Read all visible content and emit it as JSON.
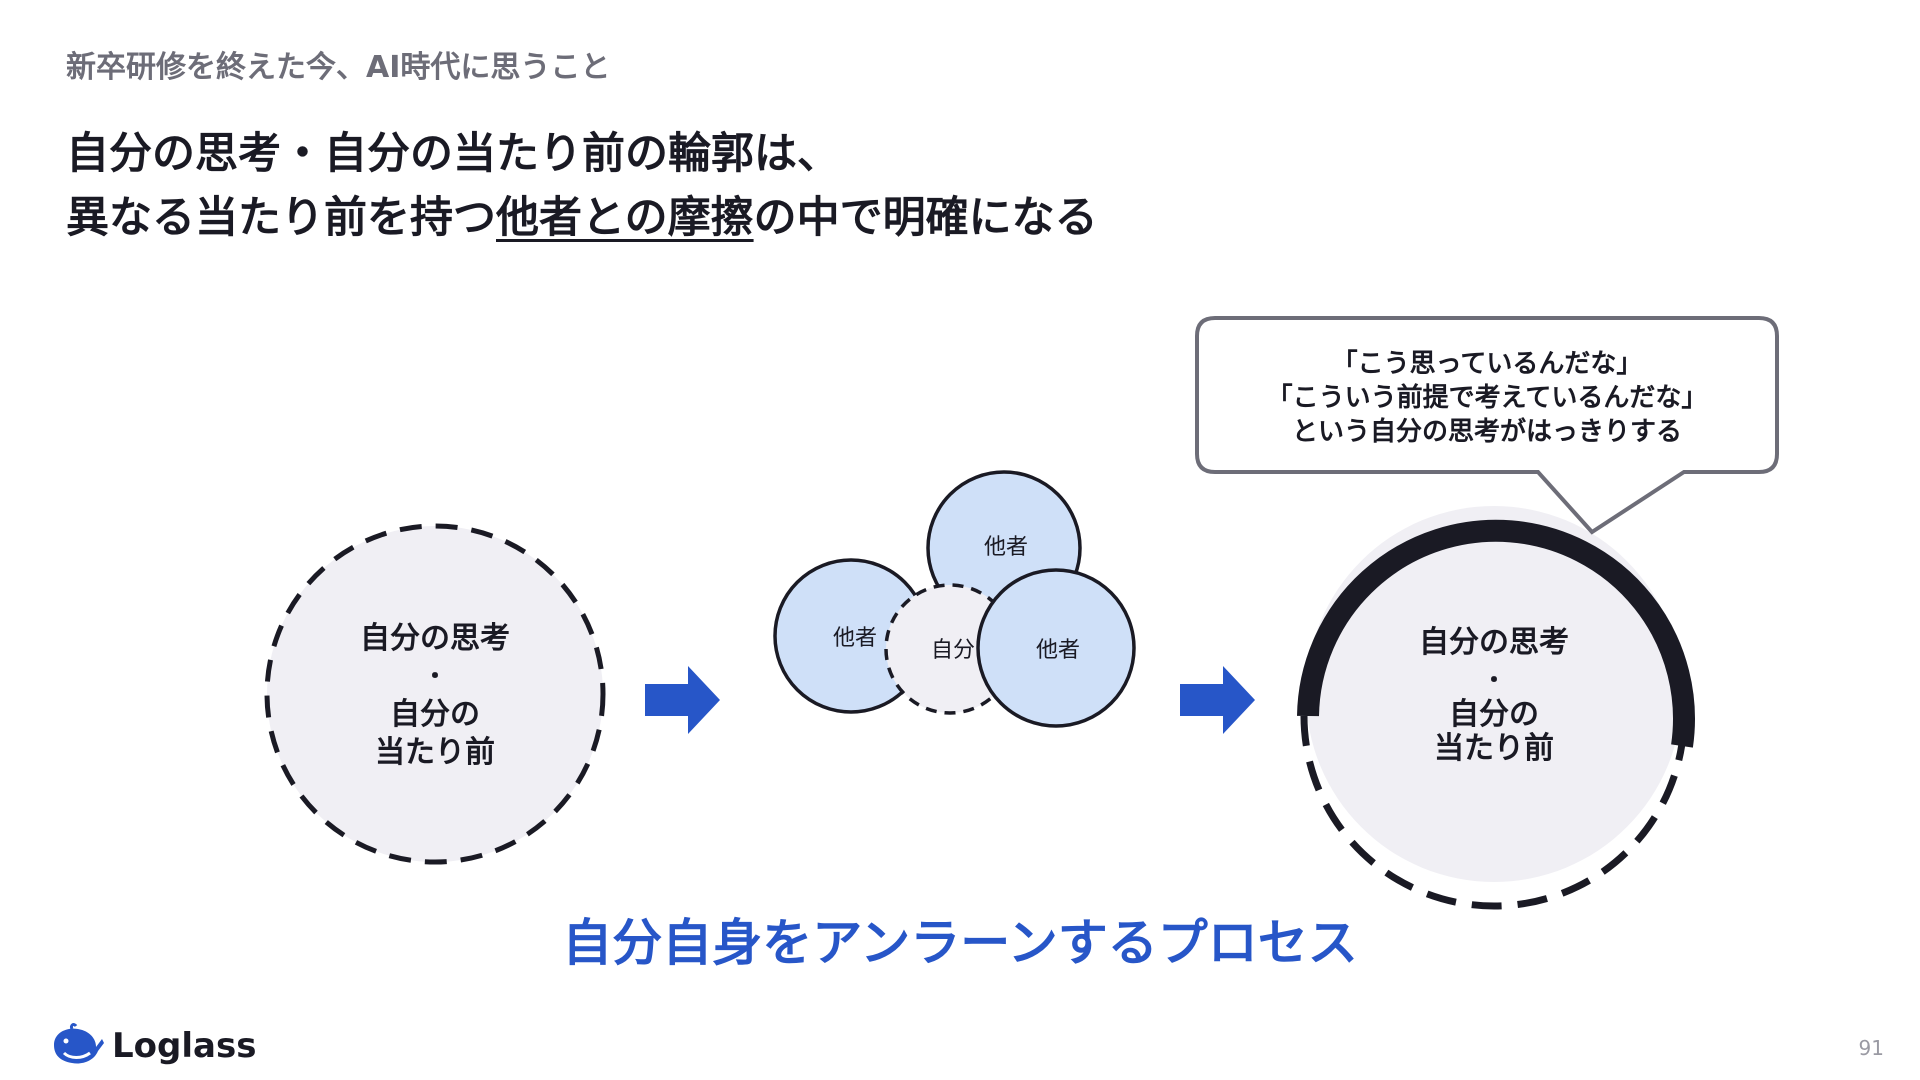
{
  "header": {
    "subtitle": "新卒研修を終えた今、AI時代に思うこと"
  },
  "headline": {
    "line1": "自分の思考・自分の当たり前の輪郭は、",
    "line2_prefix": "異なる当たり前を持つ",
    "line2_underlined": "他者との摩擦",
    "line2_suffix": "の中で明確になる"
  },
  "diagram": {
    "stage1": {
      "line1": "自分の思考",
      "dot": "・",
      "line2": "自分の",
      "line3": "当たり前"
    },
    "stage2": {
      "others_label": "他者",
      "self_label": "自分"
    },
    "stage3": {
      "line1": "自分の思考",
      "dot": "・",
      "line2": "自分の",
      "line3": "当たり前"
    },
    "speech_bubble": {
      "line1": "「こう思っているんだな」",
      "line2": "「こういう前提で考えているんだな」",
      "line3": "という自分の思考がはっきりする"
    },
    "colors": {
      "accent_blue": "#2756c8",
      "other_circle_fill": "#cfe0f8",
      "self_circle_fill": "#f0eff4",
      "outline": "#1a1a24"
    }
  },
  "tagline": "自分自身をアンラーンするプロセス",
  "footer": {
    "logo_text": "Loglass",
    "logo_icon": "whale-icon",
    "page_number": "91"
  }
}
